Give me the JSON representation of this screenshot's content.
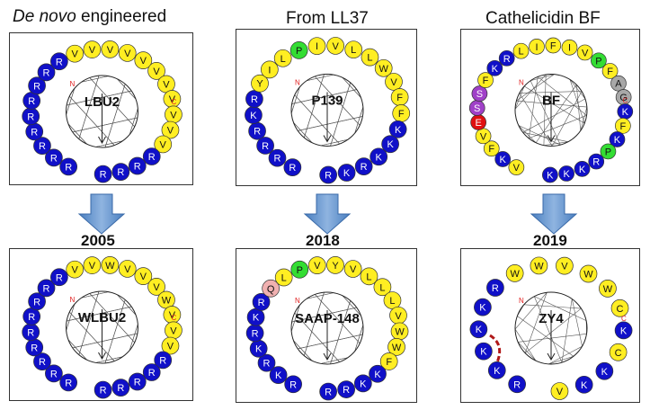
{
  "columns": [
    {
      "title_italic": "De novo",
      "title_rest": " engineered",
      "year": "2005"
    },
    {
      "title_italic": "",
      "title_rest": "From LL37",
      "year": "2018"
    },
    {
      "title_italic": "",
      "title_rest": "Cathelicidin BF",
      "year": "2019"
    }
  ],
  "colors": {
    "basic": "#1010c8",
    "hydrophobic": "#ffee22",
    "proline": "#33dd33",
    "acidic": "#e01010",
    "serine": "#a040c8",
    "glycine_alanine": "#a8a8a8",
    "glutamine": "#f0b0b0",
    "terminus": "#e02020"
  },
  "panels": [
    {
      "name": "LBU2",
      "residues": [
        {
          "l": "R",
          "c": "basic"
        },
        {
          "l": "R",
          "c": "basic"
        },
        {
          "l": "R",
          "c": "basic"
        },
        {
          "l": "R",
          "c": "basic"
        },
        {
          "l": "R",
          "c": "basic"
        },
        {
          "l": "R",
          "c": "basic"
        },
        {
          "l": "R",
          "c": "basic"
        },
        {
          "l": "R",
          "c": "basic"
        },
        {
          "l": "R",
          "c": "basic"
        },
        {
          "l": "V",
          "c": "hydrophobic"
        },
        {
          "l": "V",
          "c": "hydrophobic"
        },
        {
          "l": "V",
          "c": "hydrophobic"
        },
        {
          "l": "V",
          "c": "hydrophobic"
        },
        {
          "l": "V",
          "c": "hydrophobic"
        },
        {
          "l": "V",
          "c": "hydrophobic"
        },
        {
          "l": "V",
          "c": "hydrophobic"
        },
        {
          "l": "V",
          "c": "hydrophobic"
        },
        {
          "l": "V",
          "c": "hydrophobic"
        },
        {
          "l": "V",
          "c": "hydrophobic"
        },
        {
          "l": "V",
          "c": "hydrophobic"
        },
        {
          "l": "R",
          "c": "basic"
        },
        {
          "l": "R",
          "c": "basic"
        },
        {
          "l": "R",
          "c": "basic"
        },
        {
          "l": "R",
          "c": "basic"
        }
      ],
      "n_label": "N",
      "c_label": "C"
    },
    {
      "name": "P139",
      "residues": [
        {
          "l": "R",
          "c": "basic"
        },
        {
          "l": "R",
          "c": "basic"
        },
        {
          "l": "R",
          "c": "basic"
        },
        {
          "l": "R",
          "c": "basic"
        },
        {
          "l": "K",
          "c": "basic"
        },
        {
          "l": "R",
          "c": "basic"
        },
        {
          "l": "Y",
          "c": "hydrophobic"
        },
        {
          "l": "I",
          "c": "hydrophobic"
        },
        {
          "l": "L",
          "c": "hydrophobic"
        },
        {
          "l": "P",
          "c": "proline"
        },
        {
          "l": "I",
          "c": "hydrophobic"
        },
        {
          "l": "V",
          "c": "hydrophobic"
        },
        {
          "l": "L",
          "c": "hydrophobic"
        },
        {
          "l": "L",
          "c": "hydrophobic"
        },
        {
          "l": "W",
          "c": "hydrophobic"
        },
        {
          "l": "V",
          "c": "hydrophobic"
        },
        {
          "l": "F",
          "c": "hydrophobic"
        },
        {
          "l": "F",
          "c": "hydrophobic"
        },
        {
          "l": "K",
          "c": "basic"
        },
        {
          "l": "K",
          "c": "basic"
        },
        {
          "l": "K",
          "c": "basic"
        },
        {
          "l": "R",
          "c": "basic"
        },
        {
          "l": "K",
          "c": "basic"
        },
        {
          "l": "R",
          "c": "basic"
        }
      ],
      "n_label": "N",
      "c_label": ""
    },
    {
      "name": "BF",
      "residues": [
        {
          "l": "V",
          "c": "hydrophobic"
        },
        {
          "l": "K",
          "c": "basic"
        },
        {
          "l": "F",
          "c": "hydrophobic"
        },
        {
          "l": "V",
          "c": "hydrophobic"
        },
        {
          "l": "E",
          "c": "acidic"
        },
        {
          "l": "S",
          "c": "serine"
        },
        {
          "l": "S",
          "c": "serine"
        },
        {
          "l": "F",
          "c": "hydrophobic"
        },
        {
          "l": "K",
          "c": "basic"
        },
        {
          "l": "R",
          "c": "basic"
        },
        {
          "l": "L",
          "c": "hydrophobic"
        },
        {
          "l": "I",
          "c": "hydrophobic"
        },
        {
          "l": "F",
          "c": "hydrophobic"
        },
        {
          "l": "I",
          "c": "hydrophobic"
        },
        {
          "l": "V",
          "c": "hydrophobic"
        },
        {
          "l": "P",
          "c": "proline"
        },
        {
          "l": "F",
          "c": "hydrophobic"
        },
        {
          "l": "A",
          "c": "glycine_alanine"
        },
        {
          "l": "G",
          "c": "glycine_alanine"
        },
        {
          "l": "K",
          "c": "basic"
        },
        {
          "l": "F",
          "c": "hydrophobic"
        },
        {
          "l": "K",
          "c": "basic"
        },
        {
          "l": "P",
          "c": "proline"
        },
        {
          "l": "R",
          "c": "basic"
        },
        {
          "l": "K",
          "c": "basic"
        },
        {
          "l": "K",
          "c": "basic"
        },
        {
          "l": "K",
          "c": "basic"
        }
      ],
      "n_label": "N",
      "c_label": "C"
    },
    {
      "name": "WLBU2",
      "residues": [
        {
          "l": "R",
          "c": "basic"
        },
        {
          "l": "R",
          "c": "basic"
        },
        {
          "l": "R",
          "c": "basic"
        },
        {
          "l": "R",
          "c": "basic"
        },
        {
          "l": "R",
          "c": "basic"
        },
        {
          "l": "R",
          "c": "basic"
        },
        {
          "l": "R",
          "c": "basic"
        },
        {
          "l": "R",
          "c": "basic"
        },
        {
          "l": "R",
          "c": "basic"
        },
        {
          "l": "V",
          "c": "hydrophobic"
        },
        {
          "l": "V",
          "c": "hydrophobic"
        },
        {
          "l": "W",
          "c": "hydrophobic"
        },
        {
          "l": "V",
          "c": "hydrophobic"
        },
        {
          "l": "V",
          "c": "hydrophobic"
        },
        {
          "l": "V",
          "c": "hydrophobic"
        },
        {
          "l": "W",
          "c": "hydrophobic"
        },
        {
          "l": "V",
          "c": "hydrophobic"
        },
        {
          "l": "V",
          "c": "hydrophobic"
        },
        {
          "l": "V",
          "c": "hydrophobic"
        },
        {
          "l": "R",
          "c": "basic"
        },
        {
          "l": "R",
          "c": "basic"
        },
        {
          "l": "R",
          "c": "basic"
        },
        {
          "l": "R",
          "c": "basic"
        },
        {
          "l": "R",
          "c": "basic"
        }
      ],
      "n_label": "N",
      "c_label": "C"
    },
    {
      "name": "SAAP-148",
      "residues": [
        {
          "l": "R",
          "c": "basic"
        },
        {
          "l": "K",
          "c": "basic"
        },
        {
          "l": "R",
          "c": "basic"
        },
        {
          "l": "K",
          "c": "basic"
        },
        {
          "l": "R",
          "c": "basic"
        },
        {
          "l": "K",
          "c": "basic"
        },
        {
          "l": "R",
          "c": "basic"
        },
        {
          "l": "Q",
          "c": "glutamine"
        },
        {
          "l": "L",
          "c": "hydrophobic"
        },
        {
          "l": "P",
          "c": "proline"
        },
        {
          "l": "V",
          "c": "hydrophobic"
        },
        {
          "l": "Y",
          "c": "hydrophobic"
        },
        {
          "l": "V",
          "c": "hydrophobic"
        },
        {
          "l": "L",
          "c": "hydrophobic"
        },
        {
          "l": "L",
          "c": "hydrophobic"
        },
        {
          "l": "L",
          "c": "hydrophobic"
        },
        {
          "l": "V",
          "c": "hydrophobic"
        },
        {
          "l": "W",
          "c": "hydrophobic"
        },
        {
          "l": "W",
          "c": "hydrophobic"
        },
        {
          "l": "F",
          "c": "hydrophobic"
        },
        {
          "l": "K",
          "c": "basic"
        },
        {
          "l": "K",
          "c": "basic"
        },
        {
          "l": "R",
          "c": "basic"
        },
        {
          "l": "R",
          "c": "basic"
        }
      ],
      "n_label": "N",
      "c_label": ""
    },
    {
      "name": "ZY4",
      "residues": [
        {
          "l": "R",
          "c": "basic"
        },
        {
          "l": "K",
          "c": "basic"
        },
        {
          "l": "K",
          "c": "basic"
        },
        {
          "l": "K",
          "c": "basic"
        },
        {
          "l": "K",
          "c": "basic"
        },
        {
          "l": "R",
          "c": "basic"
        },
        {
          "l": "W",
          "c": "hydrophobic"
        },
        {
          "l": "W",
          "c": "hydrophobic"
        },
        {
          "l": "V",
          "c": "hydrophobic"
        },
        {
          "l": "W",
          "c": "hydrophobic"
        },
        {
          "l": "W",
          "c": "hydrophobic"
        },
        {
          "l": "C",
          "c": "hydrophobic"
        },
        {
          "l": "K",
          "c": "basic"
        },
        {
          "l": "C",
          "c": "hydrophobic"
        },
        {
          "l": "K",
          "c": "basic"
        },
        {
          "l": "K",
          "c": "basic"
        },
        {
          "l": "V",
          "c": "hydrophobic"
        }
      ],
      "n_label": "N",
      "c_label": "C",
      "disulfide": true
    }
  ]
}
